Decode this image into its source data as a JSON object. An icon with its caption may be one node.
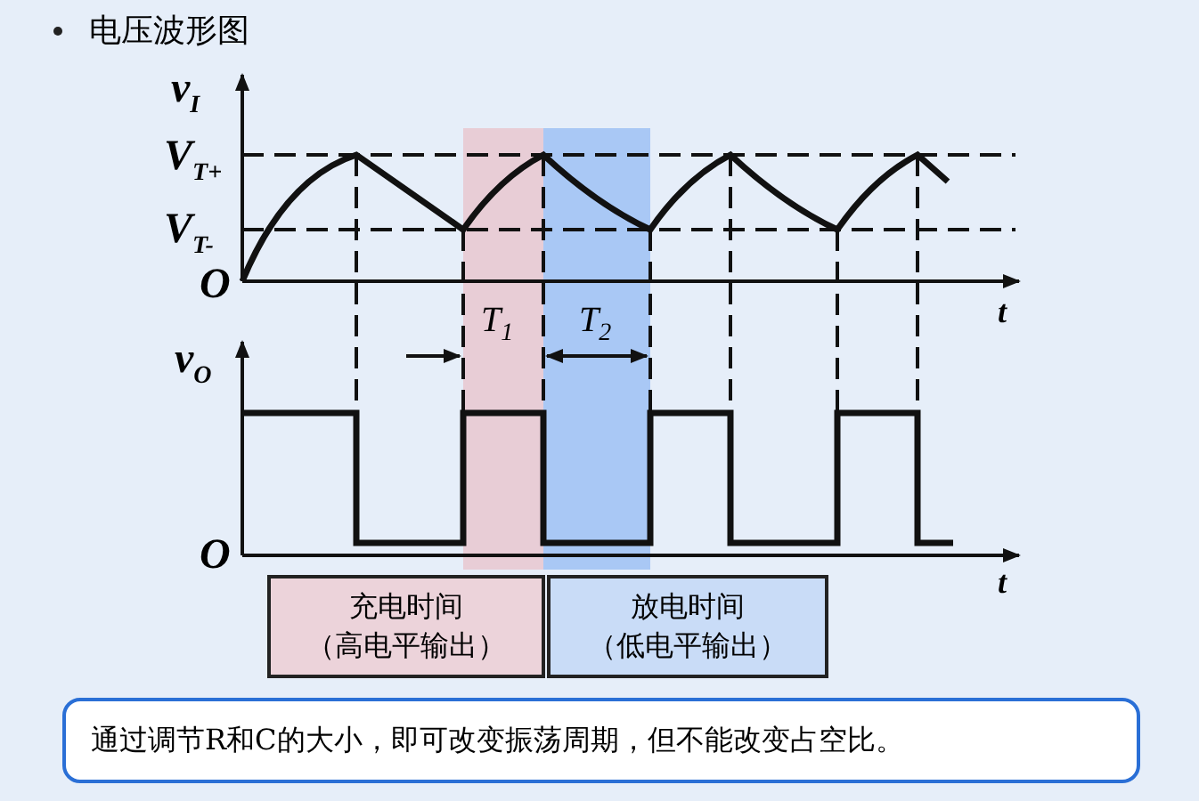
{
  "diagram": {
    "title": "电压波形图",
    "nodes": [
      {
        "text": [
          "充电时间",
          "（高电平输出）"
        ]
      },
      {
        "text": [
          "放电时间",
          "（低电平输出）"
        ]
      },
      {
        "text": [
          "通过调节R和C的大小，即可改变振荡周期，但不能改变占空比。"
        ]
      }
    ],
    "labels": [
      "*v*$_{I}$",
      "*V*$_{T+}$",
      "*V*$_{T-}$",
      "*O*",
      "*t*",
      "*T*$_{1}$",
      "*T*$_{2}$",
      "*v*$_{O}$",
      "*O*",
      "*t*"
    ]
  }
}
